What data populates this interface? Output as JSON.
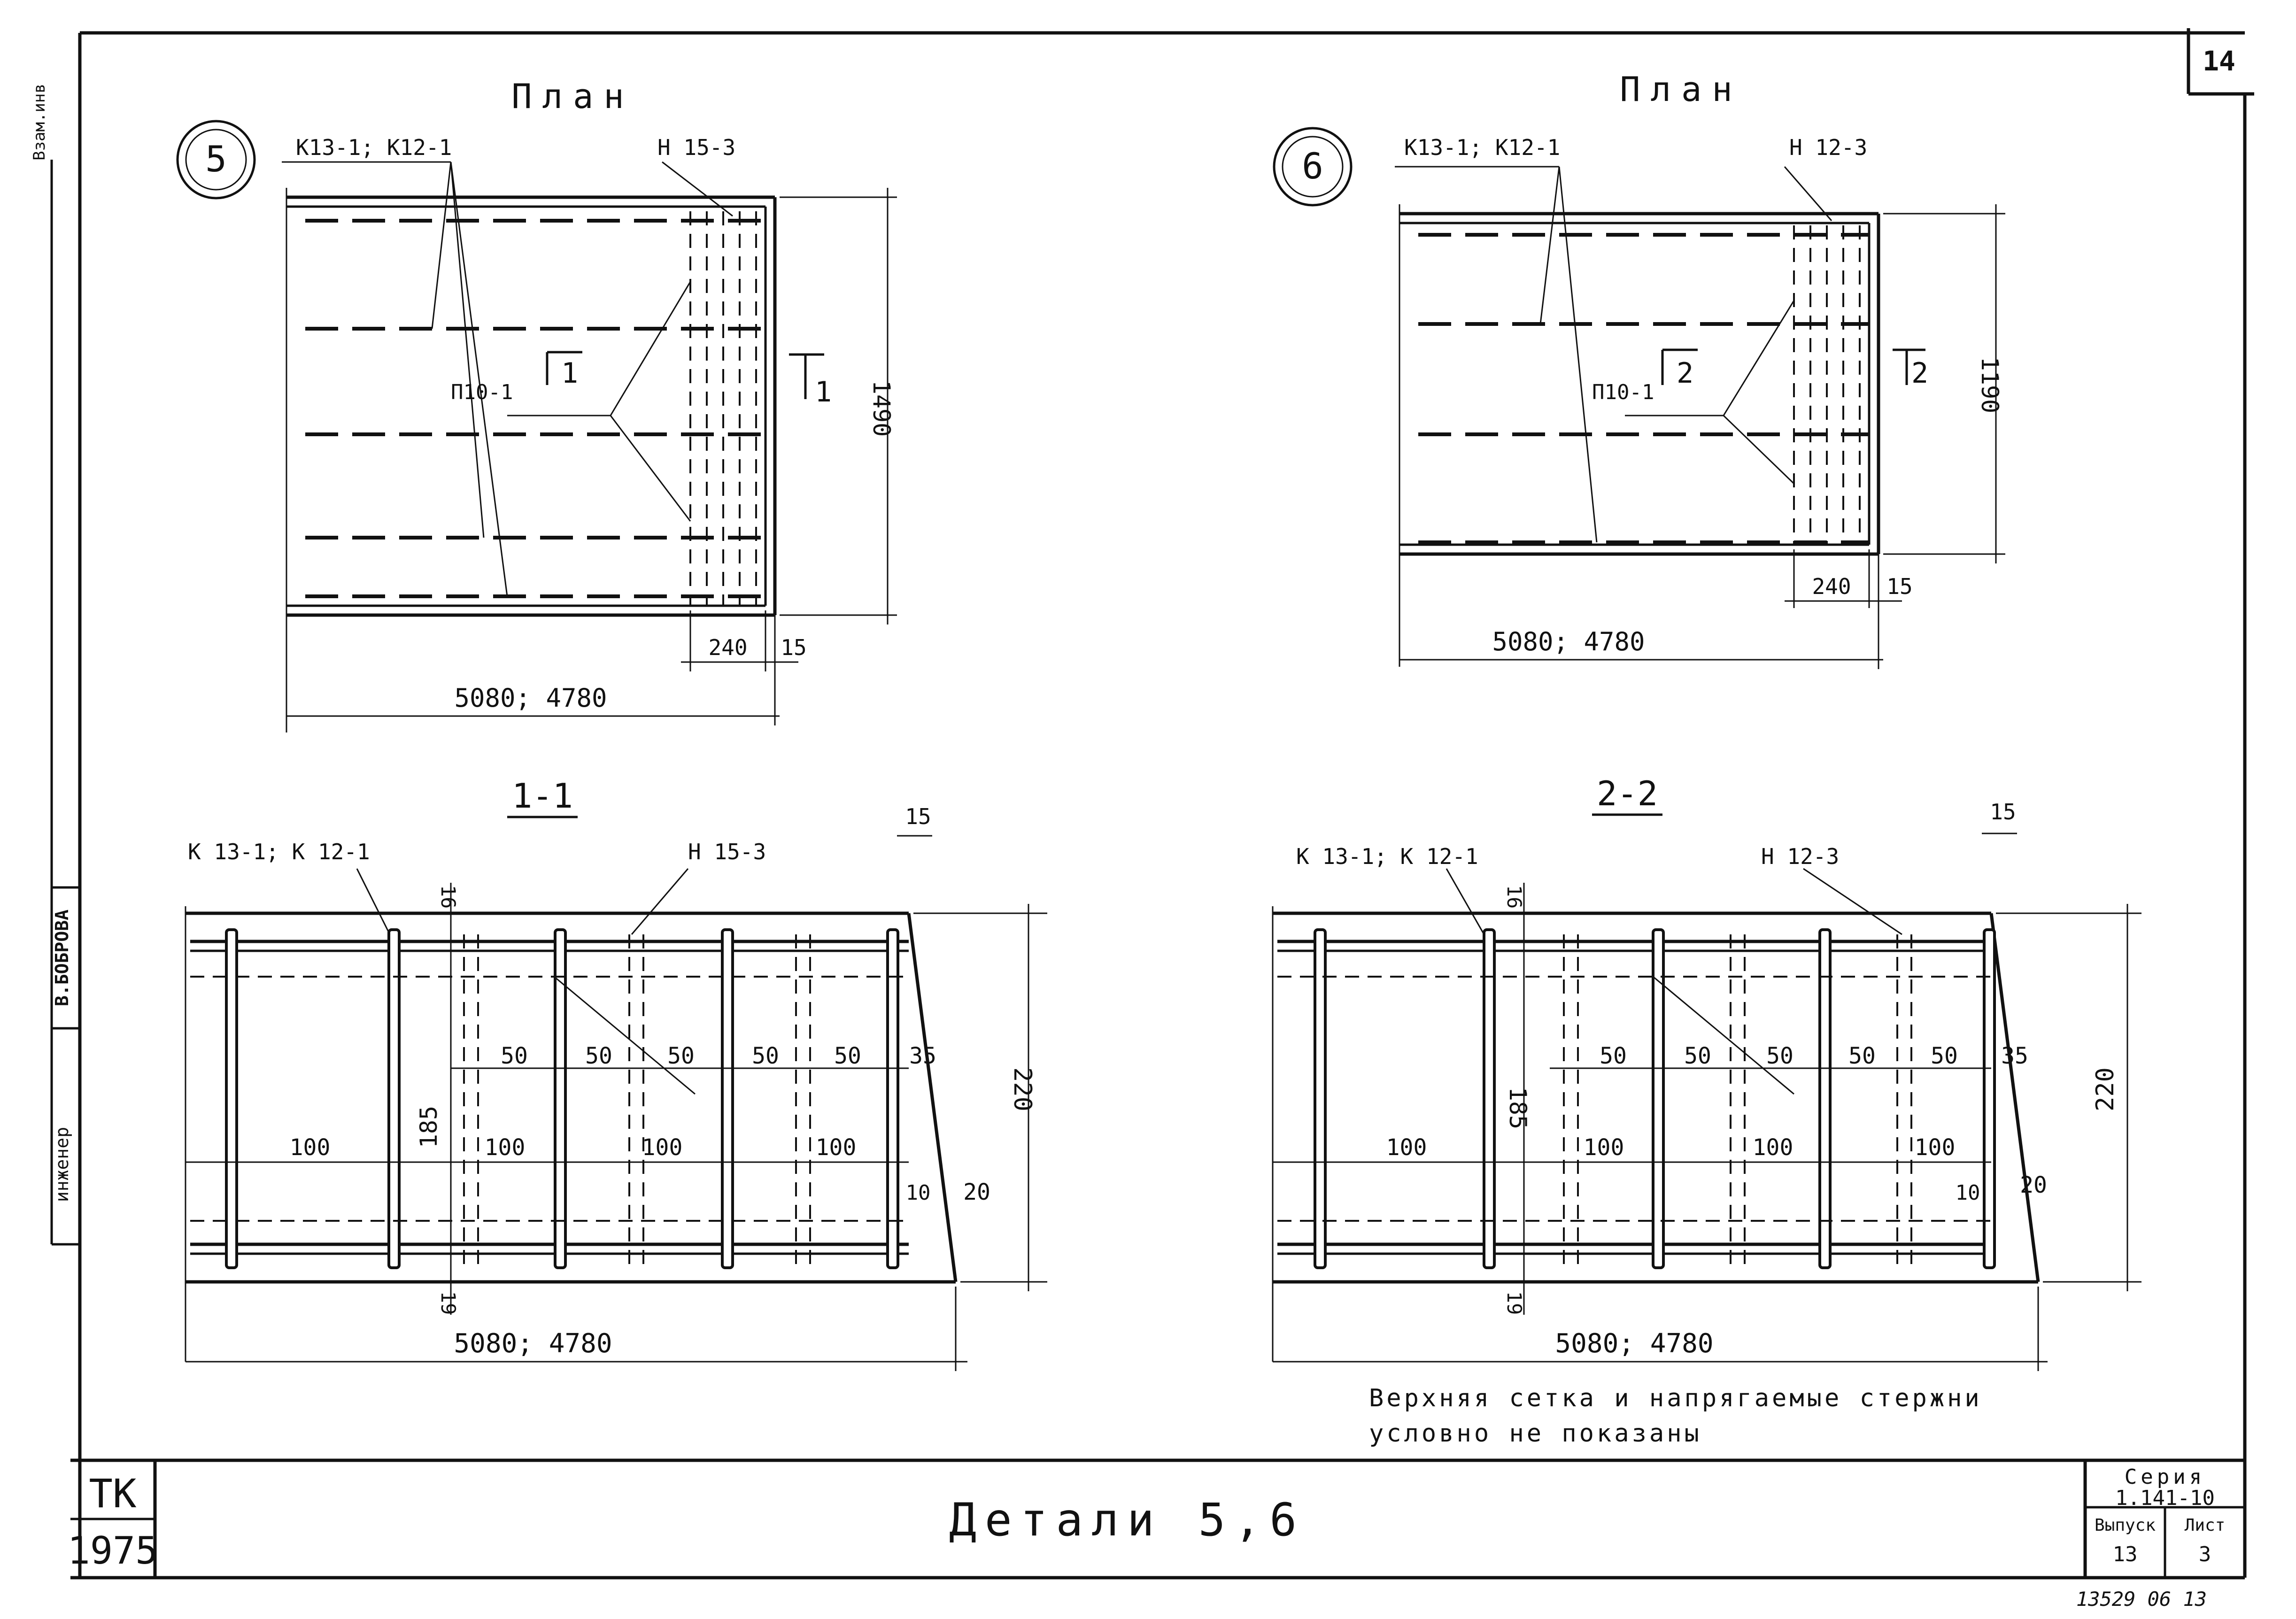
{
  "sheet": {
    "number": "14",
    "side_stamp_top": "Взам.инв",
    "side_engineer": "инженер",
    "side_name": "В.БОБРОВА",
    "stamp_tk": "ТК",
    "stamp_year": "1975"
  },
  "title_block": {
    "title": "Детали 5,6",
    "series_label": "Серия",
    "series": "1.141-10",
    "issue_label": "Выпуск",
    "issue": "13",
    "sheet_label": "Лист",
    "sheet_value": "3",
    "inventory": "13529 06 13"
  },
  "detail5": {
    "plan_title": "План",
    "number": "5",
    "mark_k": "К13-1; К12-1",
    "mark_n": "Н 15-3",
    "mark_p": "П10-1",
    "section_mark": "1",
    "dim_height": "1490",
    "dim_240": "240",
    "dim_15": "15",
    "dim_length": "5080; 4780"
  },
  "detail6": {
    "plan_title": "План",
    "number": "6",
    "mark_k": "К13-1; К12-1",
    "mark_n": "Н 12-3",
    "mark_p": "П10-1",
    "section_mark": "2",
    "dim_height": "1190",
    "dim_240": "240",
    "dim_15": "15",
    "dim_length": "5080; 4780"
  },
  "section1": {
    "title": "1-1",
    "mark_k": "К 13-1; К 12-1",
    "mark_n": "Н 15-3",
    "dim_15": "15",
    "dim_16": "16",
    "dim_185": "185",
    "dim_19": "19",
    "dim_220": "220",
    "dim_50": "50",
    "dim_35": "35",
    "dim_100": "100",
    "dim_10": "10",
    "dim_20": "20",
    "dim_length": "5080; 4780"
  },
  "section2": {
    "title": "2-2",
    "mark_k": "К 13-1; К 12-1",
    "mark_n": "Н 12-3",
    "dim_15": "15",
    "dim_16": "16",
    "dim_185": "185",
    "dim_19": "19",
    "dim_220": "220",
    "dim_50": "50",
    "dim_35": "35",
    "dim_100": "100",
    "dim_10": "10",
    "dim_20": "20",
    "dim_length": "5080; 4780"
  },
  "note": {
    "line1": "Верхняя сетка и напрягаемые стержни",
    "line2": "условно не показаны"
  }
}
